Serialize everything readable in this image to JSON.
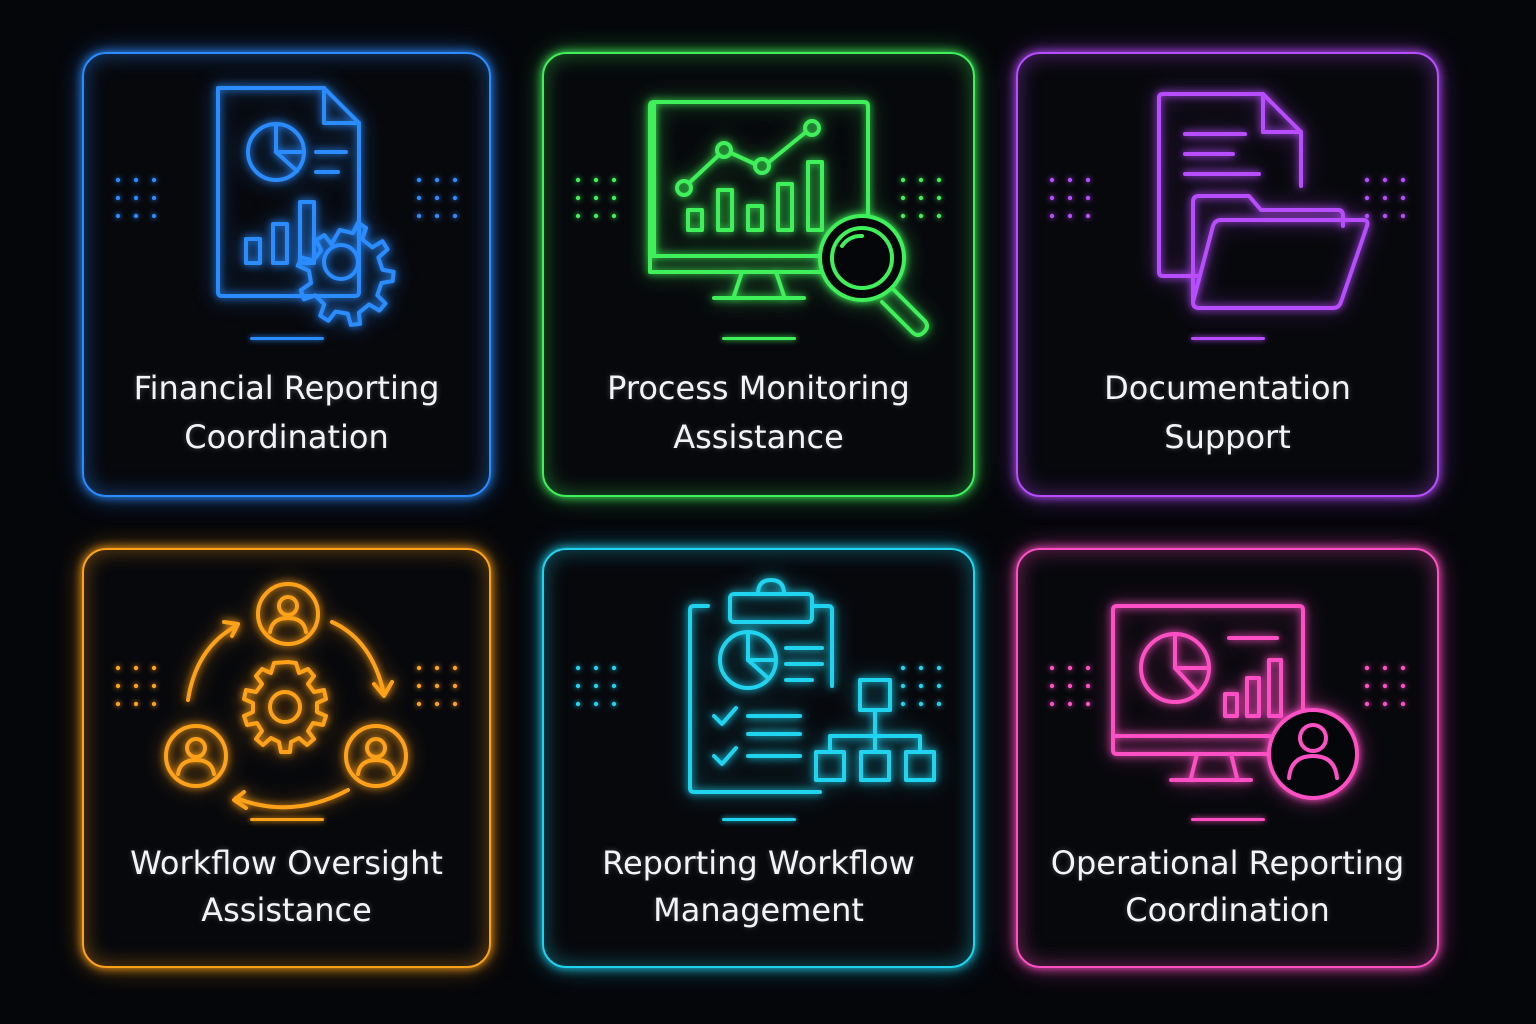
{
  "cards": [
    {
      "id": "financial-reporting-coordination",
      "line1": "Financial Reporting",
      "line2": "Coordination",
      "color": "#2a8cff",
      "icon": "report-document-gear-icon"
    },
    {
      "id": "process-monitoring-assistance",
      "line1": "Process Monitoring",
      "line2": "Assistance",
      "color": "#3ff05a",
      "icon": "monitor-chart-magnifier-icon"
    },
    {
      "id": "documentation-support",
      "line1": "Documentation",
      "line2": "Support",
      "color": "#b84dff",
      "icon": "document-folder-icon"
    },
    {
      "id": "workflow-oversight-assistance",
      "line1": "Workflow Oversight",
      "line2": "Assistance",
      "color": "#ffa21a",
      "icon": "people-cycle-gear-icon"
    },
    {
      "id": "reporting-workflow-management",
      "line1": "Reporting Workflow",
      "line2": "Management",
      "color": "#20d4f0",
      "icon": "clipboard-hierarchy-icon"
    },
    {
      "id": "operational-reporting-coordination",
      "line1": "Operational Reporting",
      "line2": "Coordination",
      "color": "#ff4fc4",
      "icon": "monitor-chart-user-icon"
    }
  ]
}
